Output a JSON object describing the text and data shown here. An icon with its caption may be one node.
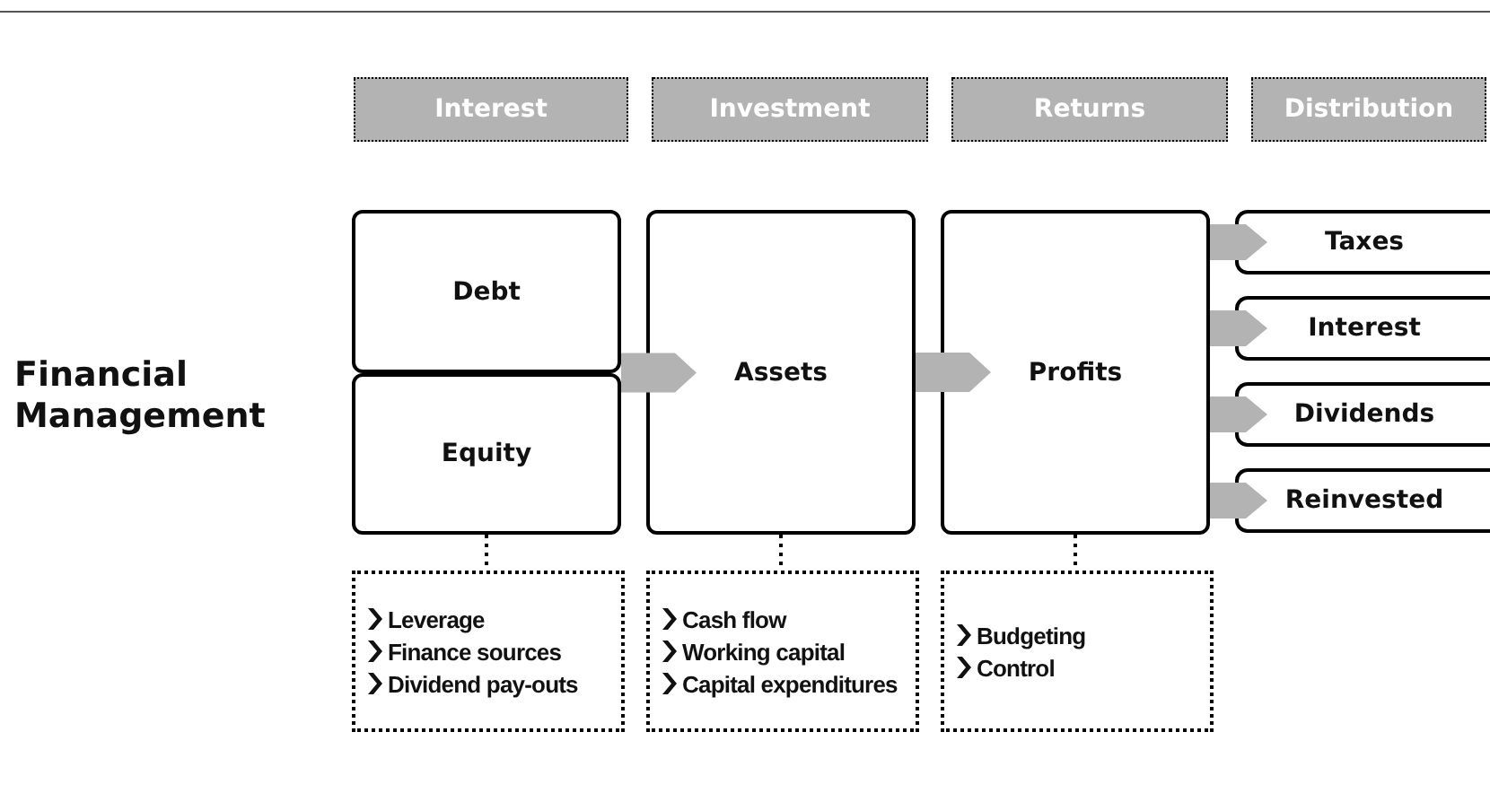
{
  "diagram": {
    "nodes": [
      {
        "text": [
          "Interest"
        ]
      },
      {
        "text": [
          "Investment"
        ]
      },
      {
        "text": [
          "Returns"
        ]
      },
      {
        "text": [
          "Distribution"
        ]
      },
      {
        "text": [
          "Debt"
        ]
      },
      {
        "text": [
          "Equity"
        ]
      },
      {
        "text": [
          "Assets"
        ]
      },
      {
        "text": [
          "Profits"
        ]
      },
      {
        "text": [
          "Taxes"
        ]
      },
      {
        "text": [
          "Interest"
        ]
      },
      {
        "text": [
          "Dividends"
        ]
      },
      {
        "text": [
          "Reinvested"
        ]
      },
      {
        "text": [
          "Leverage",
          "Finance sources",
          "Dividend pay-outs"
        ]
      },
      {
        "text": [
          "Cash flow",
          "Working capital",
          "Capital expenditures"
        ]
      },
      {
        "text": [
          "Budgeting",
          "Control"
        ]
      }
    ],
    "edges": [
      {
        "from": 4,
        "to": 6,
        "arrow": "to"
      },
      {
        "from": 5,
        "to": 6,
        "arrow": "to"
      },
      {
        "from": 6,
        "to": 7,
        "arrow": "to"
      },
      {
        "from": 7,
        "to": 8,
        "arrow": "to"
      },
      {
        "from": 7,
        "to": 9,
        "arrow": "to"
      },
      {
        "from": 7,
        "to": 10,
        "arrow": "to"
      },
      {
        "from": 7,
        "to": 11,
        "arrow": "to"
      },
      {
        "from": 5,
        "to": 12,
        "arrow": "none",
        "style": "dashed",
        "color": "#000000"
      },
      {
        "from": 6,
        "to": 13,
        "arrow": "none",
        "style": "dashed",
        "color": "#000000"
      },
      {
        "from": 7,
        "to": 14,
        "arrow": "none",
        "style": "dashed",
        "color": "#000000"
      }
    ],
    "title": "Financial Management"
  }
}
